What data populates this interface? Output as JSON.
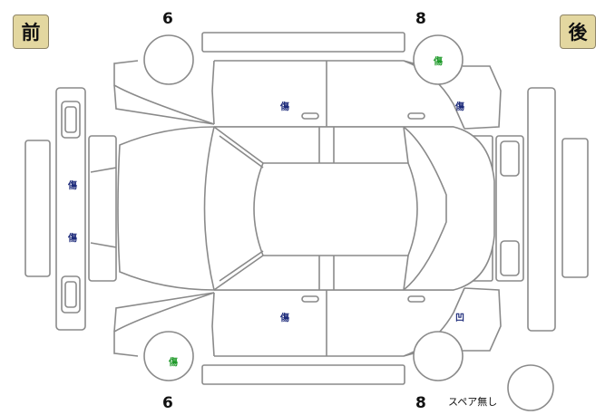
{
  "badges": {
    "front": "前",
    "rear": "後"
  },
  "tire_tread": {
    "front_top": "6",
    "rear_top": "8",
    "front_bottom": "6",
    "rear_bottom": "8"
  },
  "marks": {
    "rear_tire_top": "傷",
    "front_door_top": "傷",
    "rear_fender_top": "傷",
    "front_bumper_upper": "傷",
    "front_bumper_lower": "傷",
    "front_door_bottom": "傷",
    "rear_door_bottom": "凹",
    "front_tire_bottom": "傷"
  },
  "colors": {
    "mark_navy": "#1c2a7a",
    "mark_green": "#1f9a2a",
    "badge_bg": "#e3d7a0",
    "outline": "#8a8a8a"
  },
  "spare": {
    "label": "スペア無し"
  }
}
